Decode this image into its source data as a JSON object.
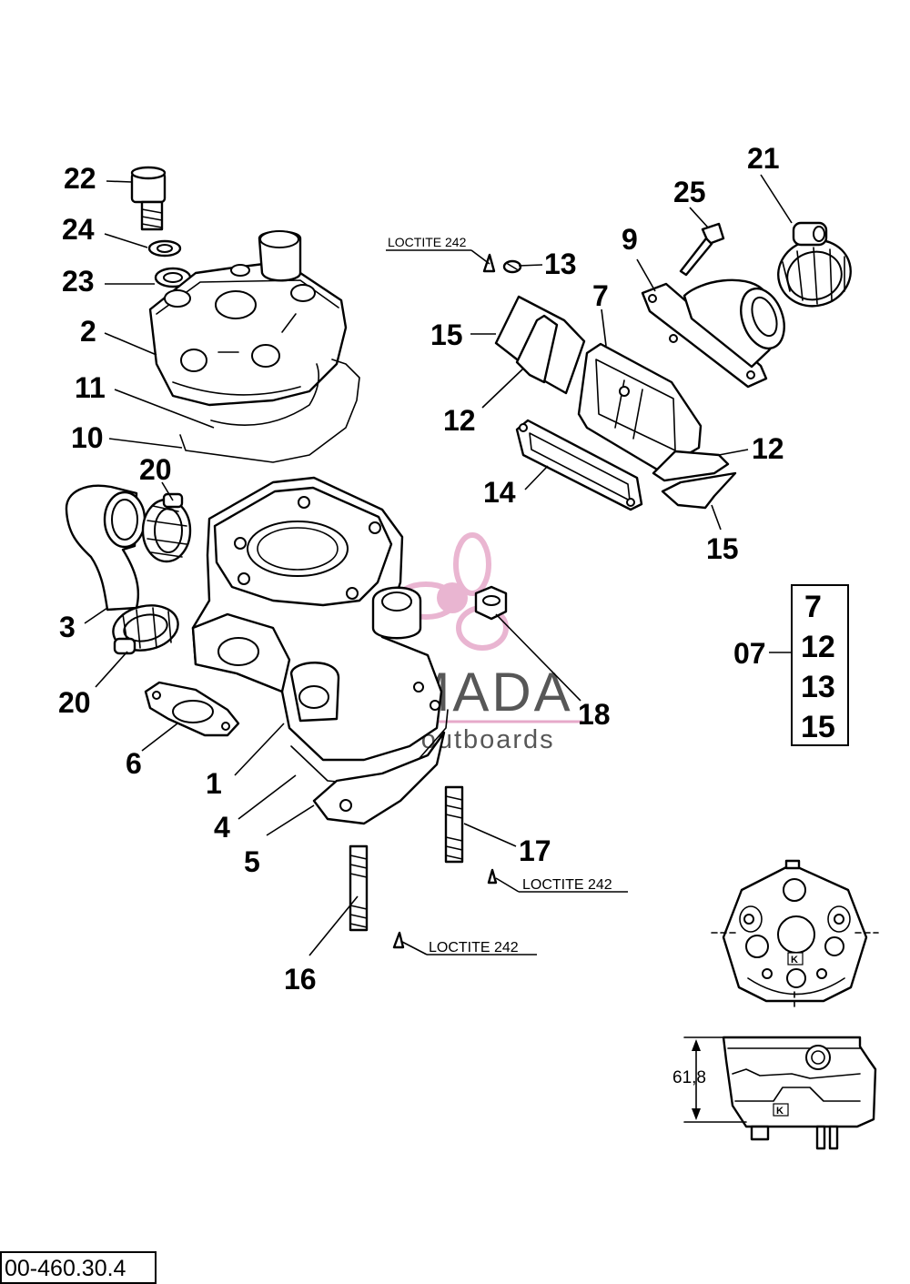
{
  "callouts": {
    "c22": "22",
    "c24": "24",
    "c23": "23",
    "c2": "2",
    "c11": "11",
    "c10": "10",
    "c20a": "20",
    "c3": "3",
    "c20b": "20",
    "c6": "6",
    "c1": "1",
    "c4": "4",
    "c5": "5",
    "c16": "16",
    "c17": "17",
    "c18": "18",
    "c13": "13",
    "c15a": "15",
    "c12a": "12",
    "c7": "7",
    "c9": "9",
    "c25": "25",
    "c21": "21",
    "c14": "14",
    "c12b": "12",
    "c15b": "15"
  },
  "notes": {
    "loctite_13": "LOCTITE 242",
    "loctite_17": "LOCTITE 242",
    "loctite_16": "LOCTITE 242"
  },
  "kit": {
    "label": "07",
    "items": [
      "7",
      "12",
      "13",
      "15"
    ]
  },
  "detail": {
    "dimension": "61,8",
    "marker_top": "K",
    "marker_side": "K"
  },
  "watermark": {
    "brand": "ARMADA",
    "tagline": "marine outboards",
    "color": "#e6a9c9"
  },
  "drawing_code": "00-460.30.4"
}
